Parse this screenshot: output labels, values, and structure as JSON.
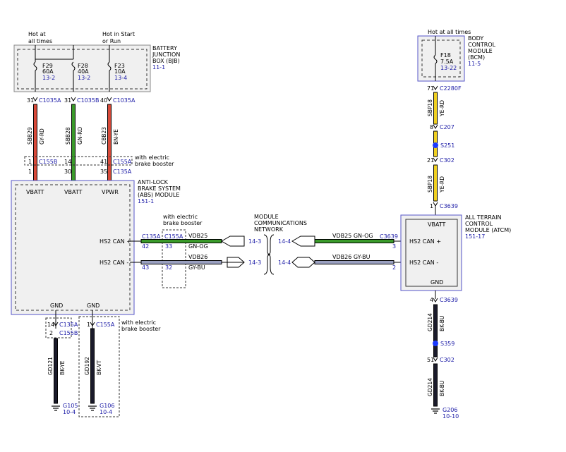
{
  "colors": {
    "module_fill": "#f0f0f0",
    "module_border": "#5555c8",
    "ref_text": "#1a1aa6",
    "wire_red": "#d84a3a",
    "wire_green": "#3a9a2a",
    "wire_yellow": "#f0d020",
    "wire_black": "#1a1a2a",
    "wire_gray": "#9aa0c0",
    "splice": "#1a3aff"
  },
  "bjb": {
    "hot_all": [
      "Hot at",
      "all times"
    ],
    "hot_start": [
      "Hot in Start",
      "or Run"
    ],
    "title": [
      "BATTERY",
      "JUNCTION",
      "BOX (BJB)"
    ],
    "ref": "11-1",
    "fuses": [
      {
        "id": "F29",
        "amps": "60A",
        "ref": "13-2"
      },
      {
        "id": "F28",
        "amps": "40A",
        "ref": "13-2"
      },
      {
        "id": "F23",
        "amps": "10A",
        "ref": "13-4"
      }
    ],
    "conn": [
      {
        "pin": "31",
        "name": "C1035A"
      },
      {
        "pin": "31",
        "name": "C1035B"
      },
      {
        "pin": "40",
        "name": "C1035A"
      }
    ]
  },
  "bjb_wires": [
    {
      "circuit": "SBB29",
      "color": "GY-RD"
    },
    {
      "circuit": "SBB28",
      "color": "GN-RD"
    },
    {
      "circuit": "CBB23",
      "color": "BN-YE"
    }
  ],
  "booster_top": {
    "note": [
      "with electric",
      "brake booster"
    ],
    "c155b_pin": "1",
    "c155b": "C155B",
    "c155a_pin_mid": "14",
    "c155a_pin": "41",
    "c155a": "C155A"
  },
  "abs_top_conn": {
    "pin1": "1",
    "pin2": "30",
    "pin3": "35",
    "name": "C135A"
  },
  "abs": {
    "title": [
      "ANTI-LOCK",
      "BRAKE SYSTEM",
      "(ABS) MODULE"
    ],
    "ref": "151-1",
    "pins_top": [
      "VBATT",
      "VBATT",
      "VPWR"
    ],
    "can_hi": "HS2 CAN +",
    "can_lo": "HS2 CAN -",
    "gnd": [
      "GND",
      "GND"
    ],
    "can_conn": {
      "name": "C135A",
      "pin_hi": "42",
      "pin_lo": "43"
    }
  },
  "booster_mid": {
    "note": [
      "with electric",
      "brake booster"
    ],
    "name": "C155A",
    "pin_hi": "33",
    "pin_lo": "32"
  },
  "network": {
    "title": [
      "MODULE",
      "COMMUNICATIONS",
      "NETWORK"
    ],
    "ref": "14-3",
    "ref_right": "14-4",
    "left_hi": {
      "circuit": "VDB25",
      "color": "GN-OG"
    },
    "left_lo": {
      "circuit": "VDB26",
      "color": "GY-BU"
    },
    "right_hi": "VDB25  GN-OG",
    "right_lo": "VDB26  GY-BU"
  },
  "abs_gnd": {
    "conn1": {
      "pin": "14",
      "name": "C135A"
    },
    "conn2": {
      "pin": "2",
      "name": "C155B"
    },
    "conn3": {
      "pin": "1",
      "name": "C155A"
    },
    "note": [
      "with electric",
      "brake booster"
    ],
    "wire1": {
      "circuit": "GD121",
      "color": "BK-YE"
    },
    "wire2": {
      "circuit": "GD192",
      "color": "BK-VT"
    },
    "ground1": {
      "name": "G105",
      "ref": "10-4"
    },
    "ground2": {
      "name": "G106",
      "ref": "10-4"
    }
  },
  "bcm": {
    "hot": "Hot at all times",
    "title": [
      "BODY",
      "CONTROL",
      "MODULE",
      "(BCM)"
    ],
    "ref": "11-5",
    "fuse": {
      "id": "F18",
      "amps": "7.5A",
      "ref": "13-22"
    },
    "conn1": {
      "pin": "71",
      "name": "C2280F"
    },
    "wire1": {
      "circuit": "SBP18",
      "color": "YE-RD"
    },
    "conn2": {
      "pin": "8",
      "name": "C207"
    },
    "splice": "S251",
    "conn3": {
      "pin": "21",
      "name": "C302"
    },
    "wire2": {
      "circuit": "SBP18",
      "color": "YE-RD"
    },
    "conn4": {
      "pin": "1",
      "name": "C3639"
    }
  },
  "atcm": {
    "title": [
      "ALL TERRAIN",
      "CONTROL",
      "MODULE (ATCM)"
    ],
    "ref": "151-17",
    "vbatt": "VBATT",
    "can_hi": "HS2 CAN +",
    "can_lo": "HS2 CAN -",
    "gnd": "GND",
    "can_conn": {
      "name": "C3639",
      "pin_hi": "3",
      "pin_lo": "2"
    },
    "gnd_conn1": {
      "pin": "4",
      "name": "C3639"
    },
    "gwire1": {
      "circuit": "GD214",
      "color": "BK-BU"
    },
    "gsplice": "S359",
    "gnd_conn2": {
      "pin": "51",
      "name": "C302"
    },
    "gwire2": {
      "circuit": "GD214",
      "color": "BK-BU"
    },
    "ground": {
      "name": "G206",
      "ref": "10-10"
    }
  }
}
